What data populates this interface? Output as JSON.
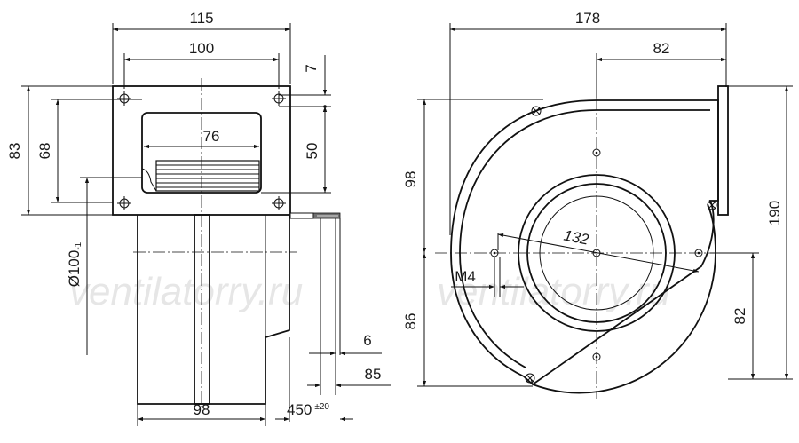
{
  "side_view": {
    "width_overall": "115",
    "flange_hole_spacing": "100",
    "outlet_width": "76",
    "flange_height": "83",
    "outlet_height_outer": "68",
    "hole_offset_top": "7",
    "outlet_height": "50",
    "impeller_diameter": "Ø100",
    "impeller_diameter_tol": "-1",
    "cable_lead": "6",
    "cable_end": "85",
    "body_depth": "98",
    "cable_length": "450",
    "cable_length_tol": "±20"
  },
  "front_view": {
    "width_overall": "178",
    "axis_to_flange": "82",
    "height_upper": "98",
    "height_lower": "86",
    "height_overall": "190",
    "axis_to_bottom": "82",
    "mounting_circle": "132",
    "thread": "M4"
  },
  "watermarks": [
    "ventilatorry.ru",
    "ventilatorry.ru"
  ]
}
